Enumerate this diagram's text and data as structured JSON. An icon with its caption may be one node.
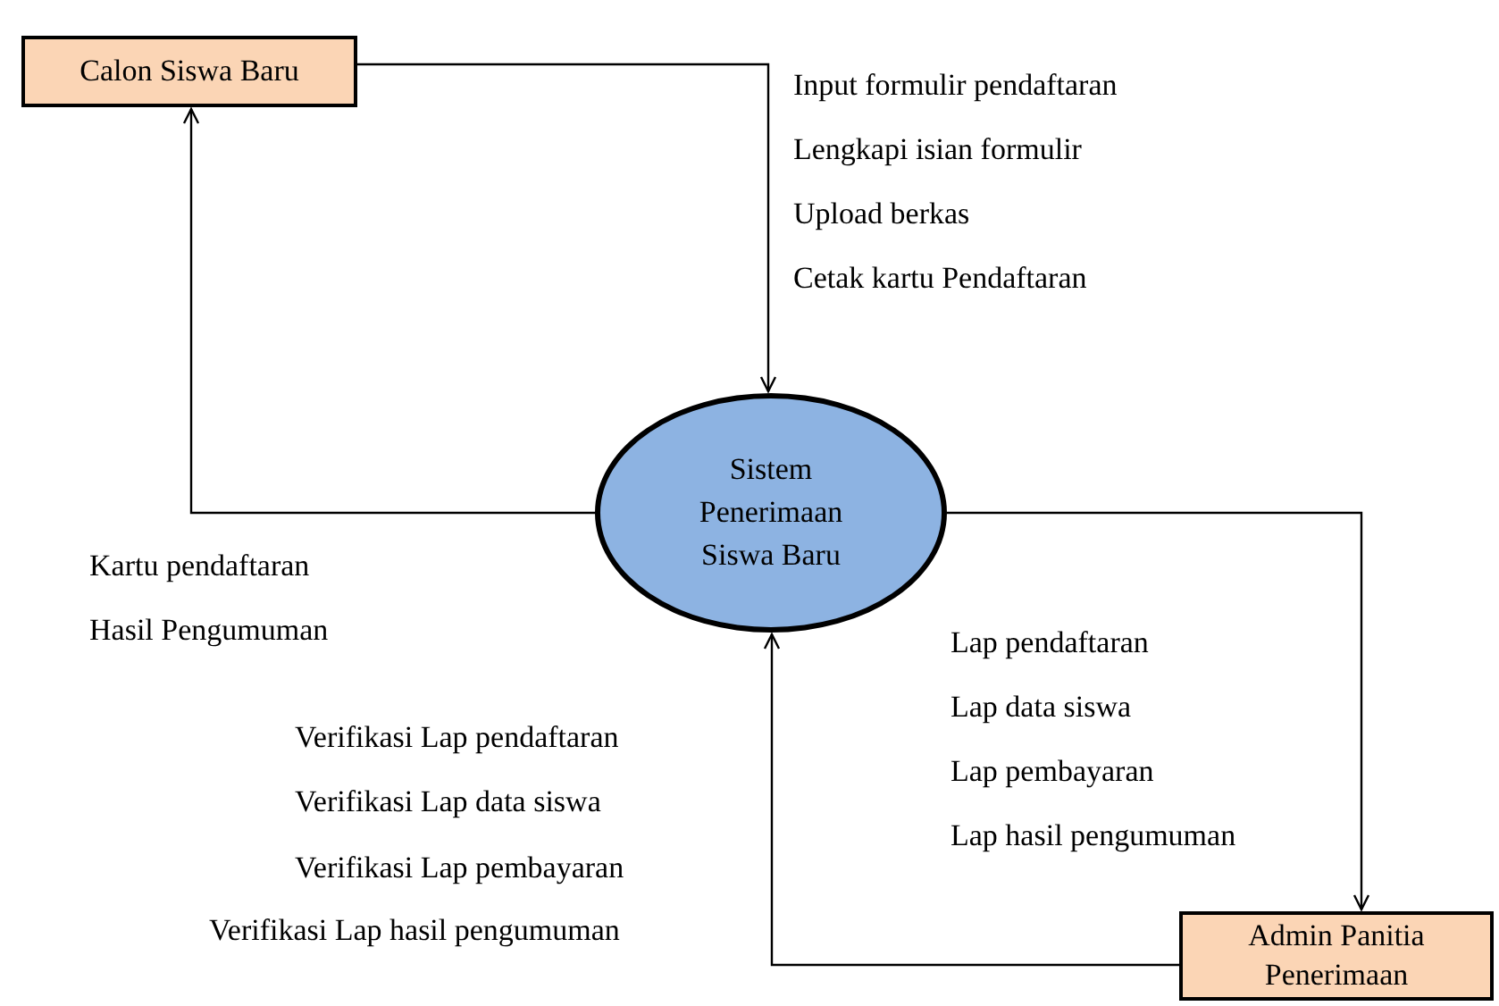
{
  "diagram": {
    "nodes": [
      {
        "text": [
          "Calon Siswa Baru"
        ]
      },
      {
        "text": [
          "Sistem Penerimaan Siswa Baru"
        ]
      },
      {
        "text": [
          "Admin Panitia Penerimaan"
        ]
      }
    ],
    "edges": [
      {
        "from": 0,
        "to": 1,
        "arrow": "to"
      },
      {
        "from": 1,
        "to": 0,
        "arrow": "to"
      },
      {
        "from": 1,
        "to": 2,
        "arrow": "to"
      },
      {
        "from": 2,
        "to": 1,
        "arrow": "to"
      }
    ],
    "labels": [
      "Input formulir pendaftaran",
      "Lengkapi isian formulir",
      "Upload berkas",
      "Cetak kartu Pendaftaran",
      "Kartu pendaftaran",
      "Hasil Pengumuman",
      "Lap pendaftaran",
      "Lap data siswa",
      "Lap pembayaran",
      "Lap hasil pengumuman",
      "Verifikasi Lap pendaftaran",
      "Verifikasi Lap data siswa",
      "Verifikasi Lap pembayaran",
      "Verifikasi Lap hasil pengumuman"
    ]
  }
}
